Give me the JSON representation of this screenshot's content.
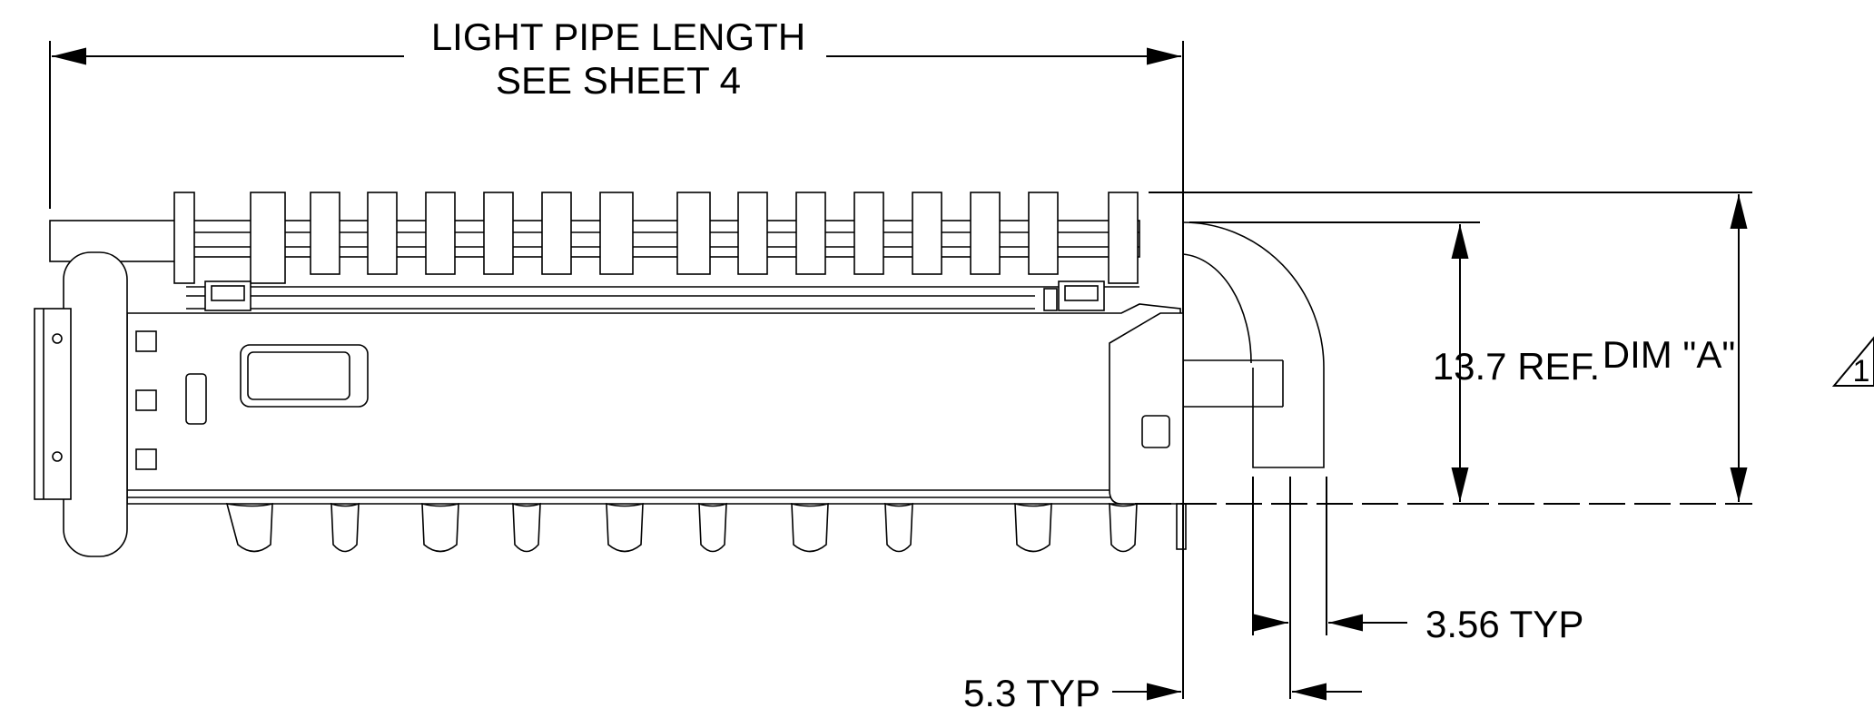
{
  "dimensions": {
    "light_pipe_length": {
      "line1": "LIGHT PIPE LENGTH",
      "line2": "SEE SHEET 4"
    },
    "ref_height": "13.7 REF.",
    "dim_a": "DIM \"A\"",
    "revision_flag": "1",
    "pitch": "3.56 TYP",
    "offset": "5.3 TYP"
  },
  "colors": {
    "line": "#000000",
    "background": "#ffffff"
  }
}
